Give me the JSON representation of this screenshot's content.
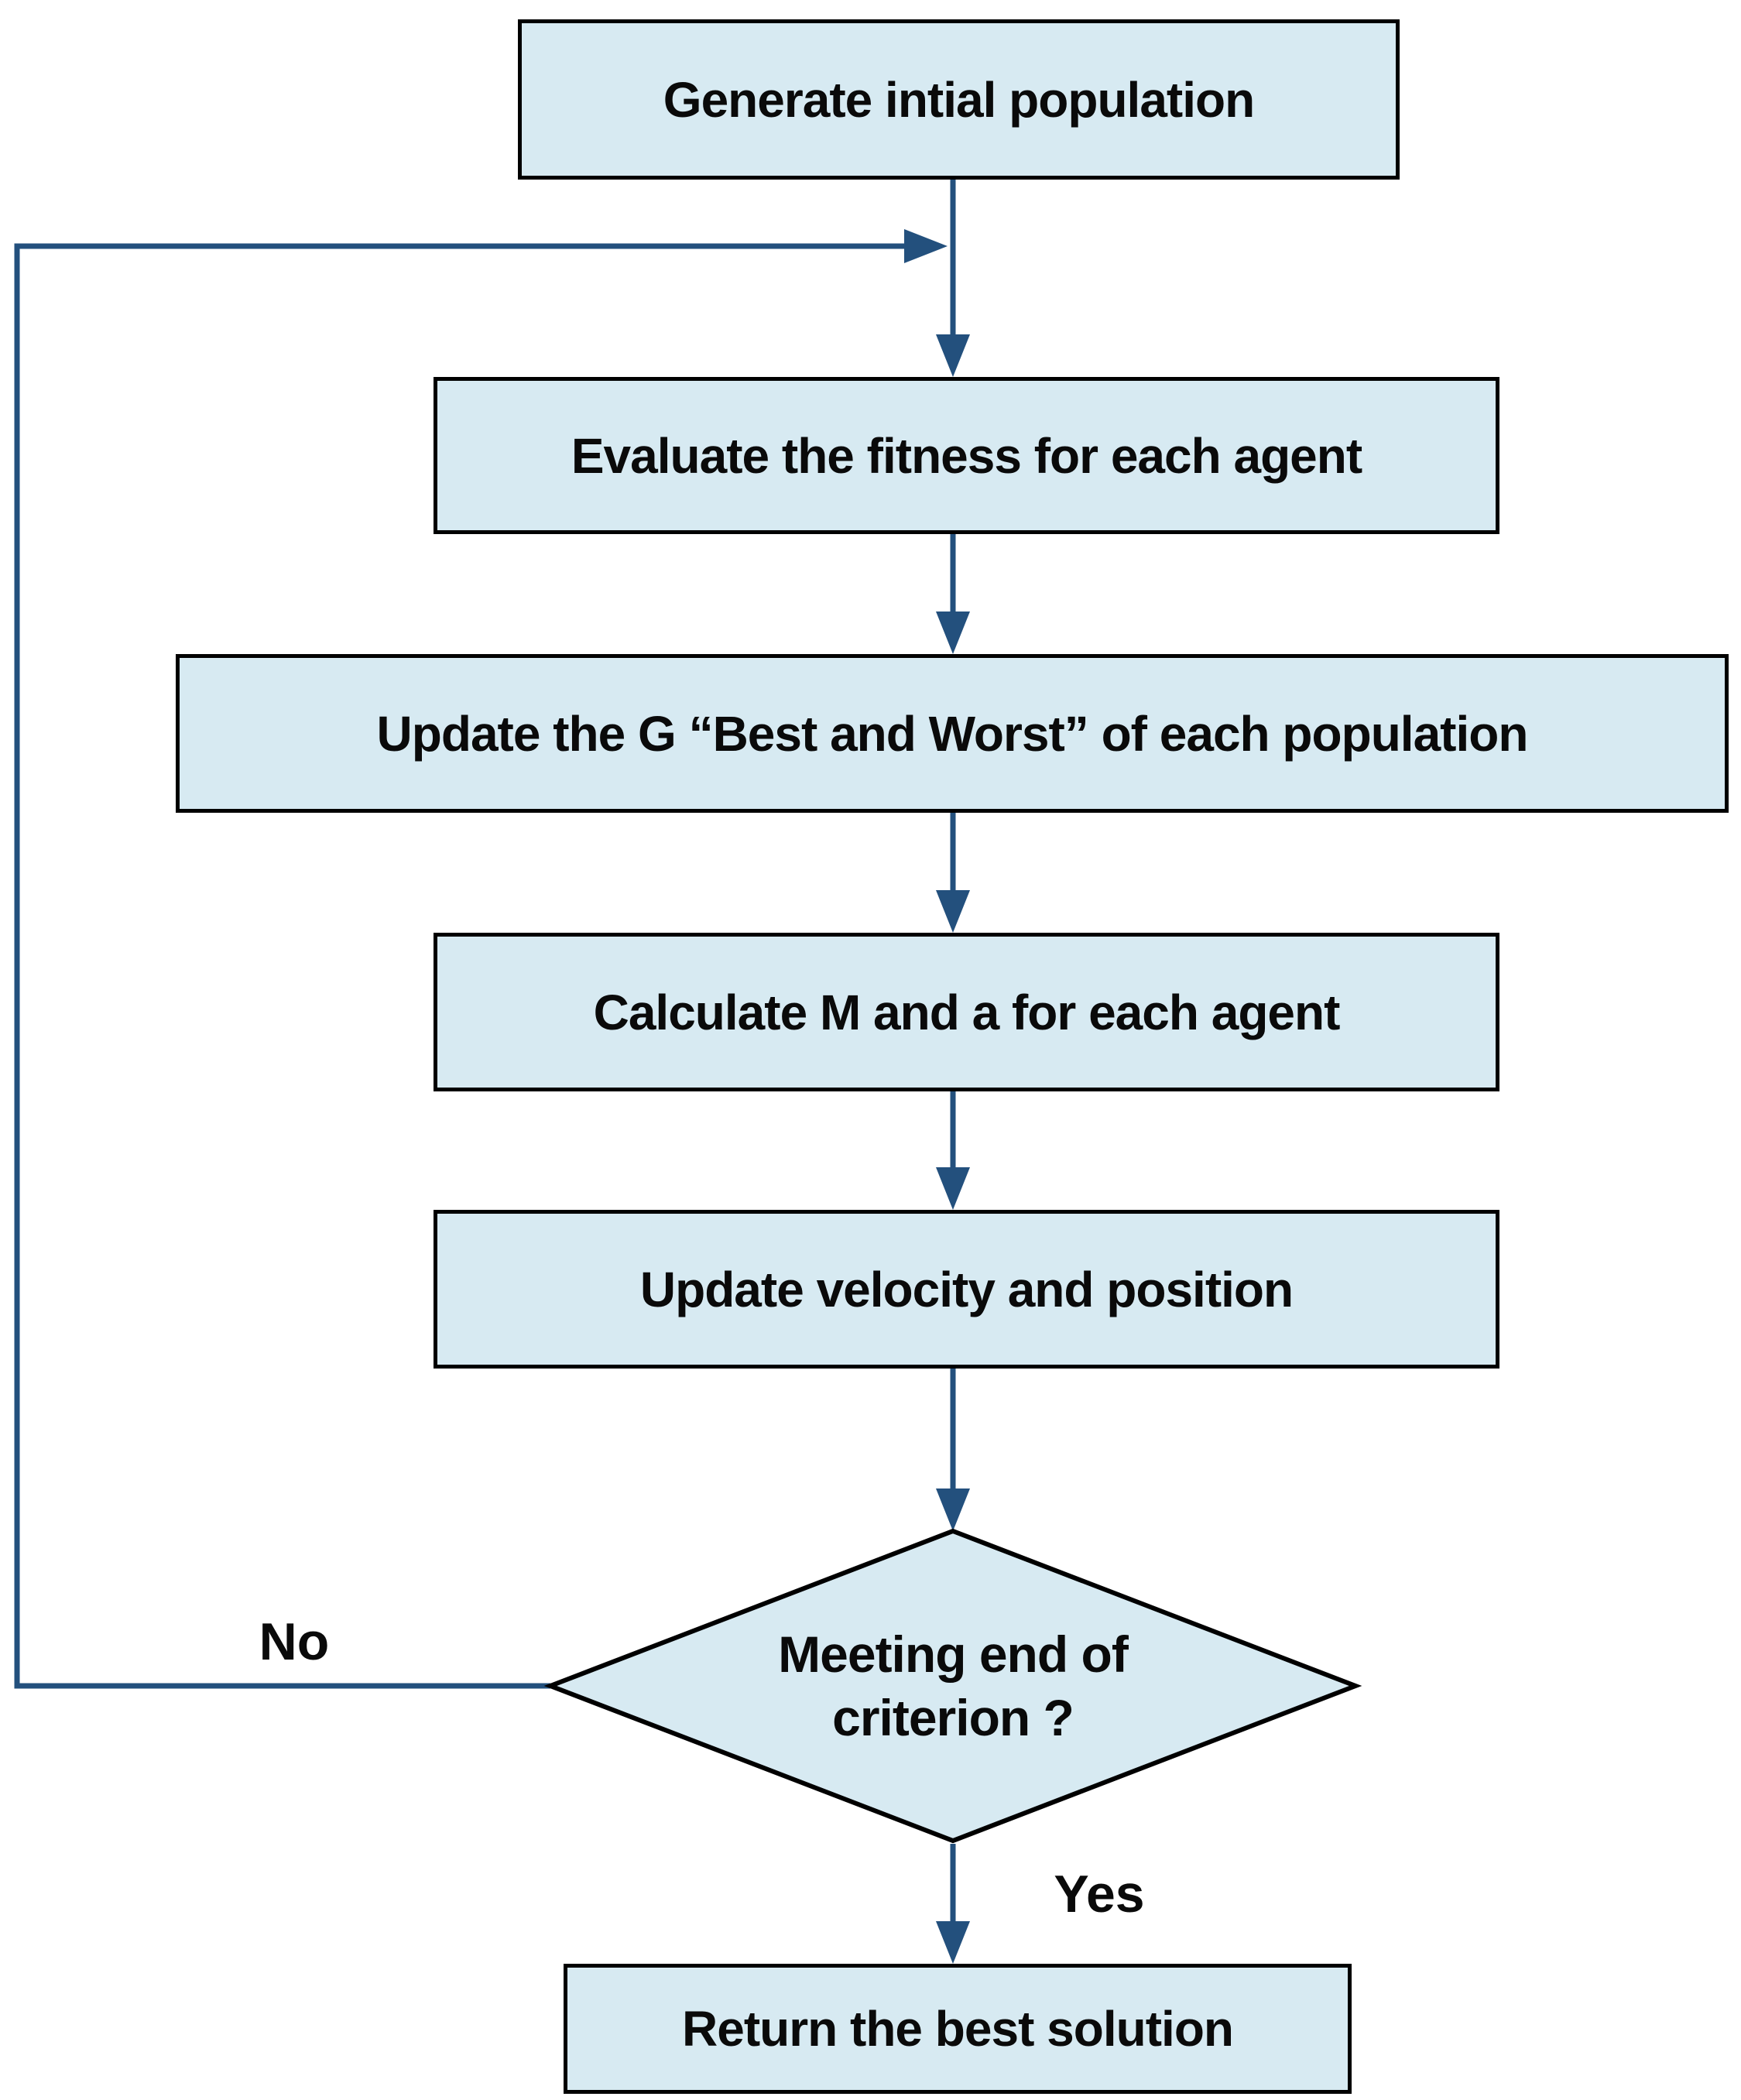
{
  "flowchart": {
    "nodes": [
      {
        "id": "generate",
        "shape": "process",
        "label": "Generate intial population"
      },
      {
        "id": "evaluate",
        "shape": "process",
        "label": "Evaluate the fitness for each agent"
      },
      {
        "id": "update-best-worst",
        "shape": "process",
        "label": "Update the G “Best and Worst” of each population"
      },
      {
        "id": "calculate",
        "shape": "process",
        "label": "Calculate M and a for each agent"
      },
      {
        "id": "update-velocity",
        "shape": "process",
        "label": "Update velocity and position"
      },
      {
        "id": "decision",
        "shape": "decision",
        "label": "Meeting end of criterion ?",
        "lines": [
          "Meeting end of",
          "criterion ?"
        ]
      },
      {
        "id": "return",
        "shape": "process",
        "label": "Return the best solution"
      }
    ],
    "edges": [
      {
        "from": "generate",
        "to": "evaluate"
      },
      {
        "from": "evaluate",
        "to": "update-best-worst"
      },
      {
        "from": "update-best-worst",
        "to": "calculate"
      },
      {
        "from": "calculate",
        "to": "update-velocity"
      },
      {
        "from": "update-velocity",
        "to": "decision"
      },
      {
        "from": "decision",
        "to": "return",
        "label": "Yes"
      },
      {
        "from": "decision",
        "to": "evaluate",
        "label": "No"
      }
    ],
    "branch_labels": {
      "no": "No",
      "yes": "Yes"
    },
    "colors": {
      "node_fill": "#D7EAF2",
      "node_border": "#000000",
      "connector": "#23507D",
      "label_text": "#000000"
    }
  }
}
